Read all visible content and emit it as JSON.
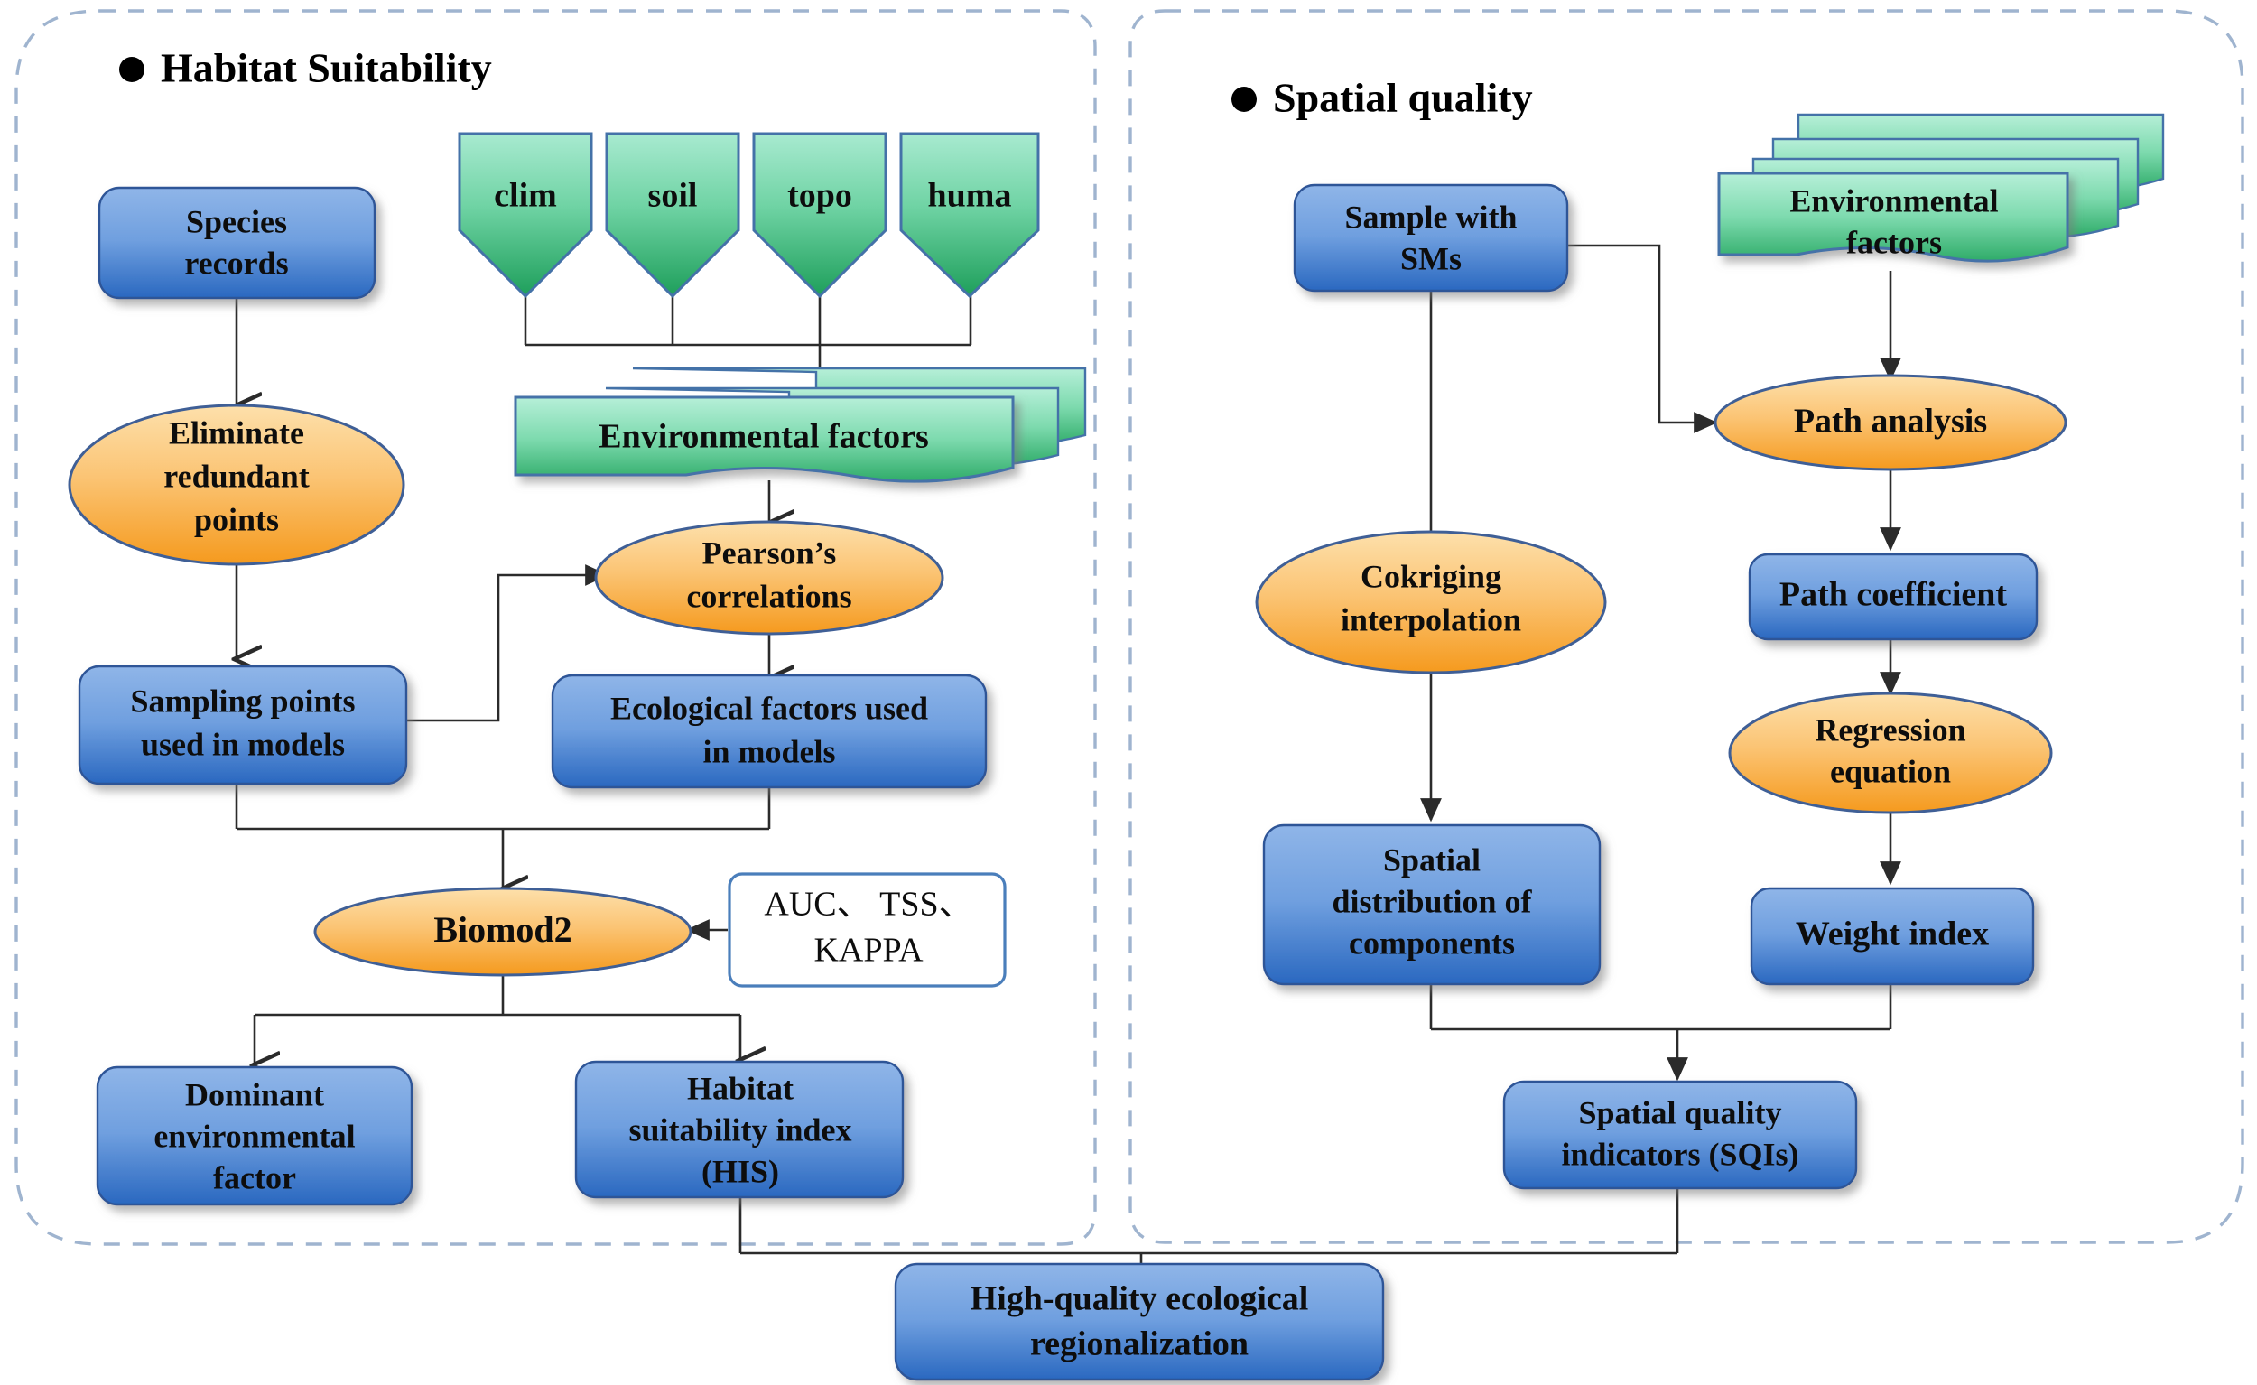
{
  "figure": {
    "type": "flowchart",
    "background": "#ffffff",
    "colors": {
      "blue_box_fill_top": "#7aa7e0",
      "blue_box_fill_bottom": "#2c6bc0",
      "blue_box_stroke": "#2f5597",
      "orange_ellipse_fill_top": "#fcd38f",
      "orange_ellipse_fill_bottom": "#f59a1e",
      "orange_ellipse_stroke": "#3f5f96",
      "green_fill_top": "#9fe3bf",
      "green_fill_bottom": "#22a05e",
      "green_stroke": "#4472a8",
      "white_box_stroke": "#4a7ebb",
      "connector": "#2b2b2b",
      "panel_dashed_border": "#9fb4cf"
    }
  },
  "panels": [
    {
      "id": "habitat",
      "title": "Habitat Suitability",
      "bullet": "●"
    },
    {
      "id": "spatial",
      "title": "Spatial quality",
      "bullet": "●"
    }
  ],
  "habitat": {
    "species_records": {
      "lines": [
        "Species",
        "records"
      ],
      "shape": "rounded-rect",
      "color": "blue"
    },
    "sources": [
      {
        "id": "clim",
        "label": "clim",
        "shape": "pentagon-down",
        "color": "green"
      },
      {
        "id": "soil",
        "label": "soil",
        "shape": "pentagon-down",
        "color": "green"
      },
      {
        "id": "topo",
        "label": "topo",
        "shape": "pentagon-down",
        "color": "green"
      },
      {
        "id": "huma",
        "label": "huma",
        "shape": "pentagon-down",
        "color": "green"
      }
    ],
    "eliminate_redundant_points": {
      "lines": [
        "Eliminate",
        "redundant",
        "points"
      ],
      "shape": "ellipse",
      "color": "orange"
    },
    "environmental_factors": {
      "lines": [
        "Environmental factors"
      ],
      "shape": "stacked-documents",
      "color": "green"
    },
    "pearsons_correlations": {
      "lines": [
        "Pearson’s",
        "correlations"
      ],
      "shape": "ellipse",
      "color": "orange"
    },
    "sampling_points": {
      "lines": [
        "Sampling points",
        "used in models"
      ],
      "shape": "rounded-rect",
      "color": "blue"
    },
    "ecological_factors": {
      "lines": [
        "Ecological factors used",
        "in models"
      ],
      "shape": "rounded-rect",
      "color": "blue"
    },
    "biomod2": {
      "lines": [
        "Biomod2"
      ],
      "shape": "ellipse",
      "color": "orange"
    },
    "metrics": {
      "lines": [
        "AUC、 TSS、",
        "KAPPA"
      ],
      "shape": "rounded-rect",
      "color": "white"
    },
    "dominant_environmental_factor": {
      "lines": [
        "Dominant",
        "environmental",
        "factor"
      ],
      "shape": "rounded-rect",
      "color": "blue"
    },
    "habitat_suitability_index": {
      "lines": [
        "Habitat",
        "suitability index",
        "(HIS)"
      ],
      "shape": "rounded-rect",
      "color": "blue"
    }
  },
  "spatial": {
    "sample_with_sms": {
      "lines": [
        "Sample with",
        "SMs"
      ],
      "shape": "rounded-rect",
      "color": "blue"
    },
    "environmental_factors": {
      "lines": [
        "Environmental",
        "factors"
      ],
      "shape": "stacked-documents",
      "color": "green"
    },
    "path_analysis": {
      "lines": [
        "Path analysis"
      ],
      "shape": "ellipse",
      "color": "orange"
    },
    "cokriging_interpolation": {
      "lines": [
        "Cokriging",
        "interpolation"
      ],
      "shape": "ellipse",
      "color": "orange"
    },
    "path_coefficient": {
      "lines": [
        "Path coefficient"
      ],
      "shape": "rounded-rect",
      "color": "blue"
    },
    "regression_equation": {
      "lines": [
        "Regression",
        "equation"
      ],
      "shape": "ellipse",
      "color": "orange"
    },
    "spatial_distribution": {
      "lines": [
        "Spatial",
        "distribution of",
        "components"
      ],
      "shape": "rounded-rect",
      "color": "blue"
    },
    "weight_index": {
      "lines": [
        "Weight index"
      ],
      "shape": "rounded-rect",
      "color": "blue"
    },
    "spatial_quality_indicators": {
      "lines": [
        "Spatial quality",
        "indicators (SQIs)"
      ],
      "shape": "rounded-rect",
      "color": "blue"
    }
  },
  "output": {
    "final": {
      "lines": [
        "High-quality ecological",
        "regionalization"
      ],
      "shape": "rounded-rect",
      "color": "blue"
    }
  }
}
